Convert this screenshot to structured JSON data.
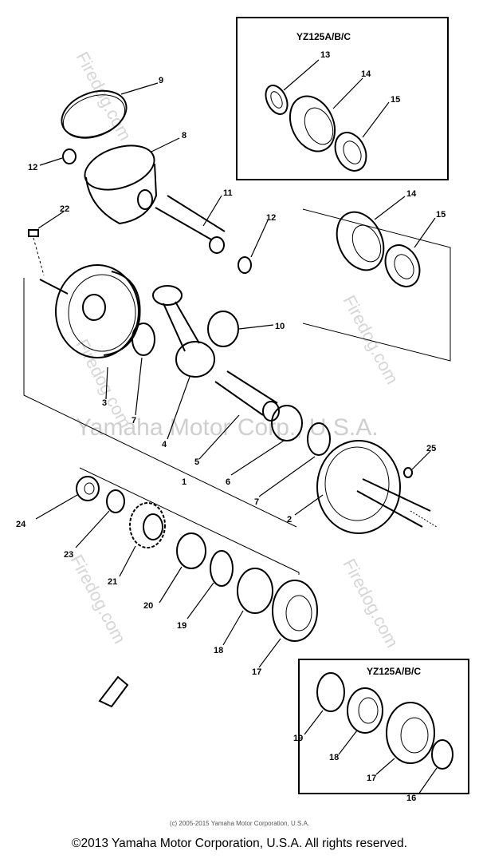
{
  "watermark": {
    "brand": "Firedog.com",
    "center_text": "Yamaha Motor Corp., U.S.A."
  },
  "inset_top": {
    "title": "YZ125A/B/C"
  },
  "inset_bottom": {
    "title": "YZ125A/B/C"
  },
  "labels": {
    "p1": "1",
    "p2": "2",
    "p3": "3",
    "p4": "4",
    "p5": "5",
    "p6": "6",
    "p7": "7",
    "p8": "8",
    "p9": "9",
    "p10": "10",
    "p11": "11",
    "p12a": "12",
    "p12b": "12",
    "p13": "13",
    "p14a": "14",
    "p14b": "14",
    "p15a": "15",
    "p15b": "15",
    "p16": "16",
    "p17a": "17",
    "p17b": "17",
    "p18a": "18",
    "p18b": "18",
    "p19a": "19",
    "p19b": "19",
    "p20": "20",
    "p21": "21",
    "p22": "22",
    "p23": "23",
    "p24": "24",
    "p25": "25"
  },
  "footer": {
    "small_copyright": "(c) 2005-2015 Yamaha Motor Corporation, U.S.A.",
    "copyright": "©2013 Yamaha Motor Corporation, U.S.A. All rights reserved."
  }
}
